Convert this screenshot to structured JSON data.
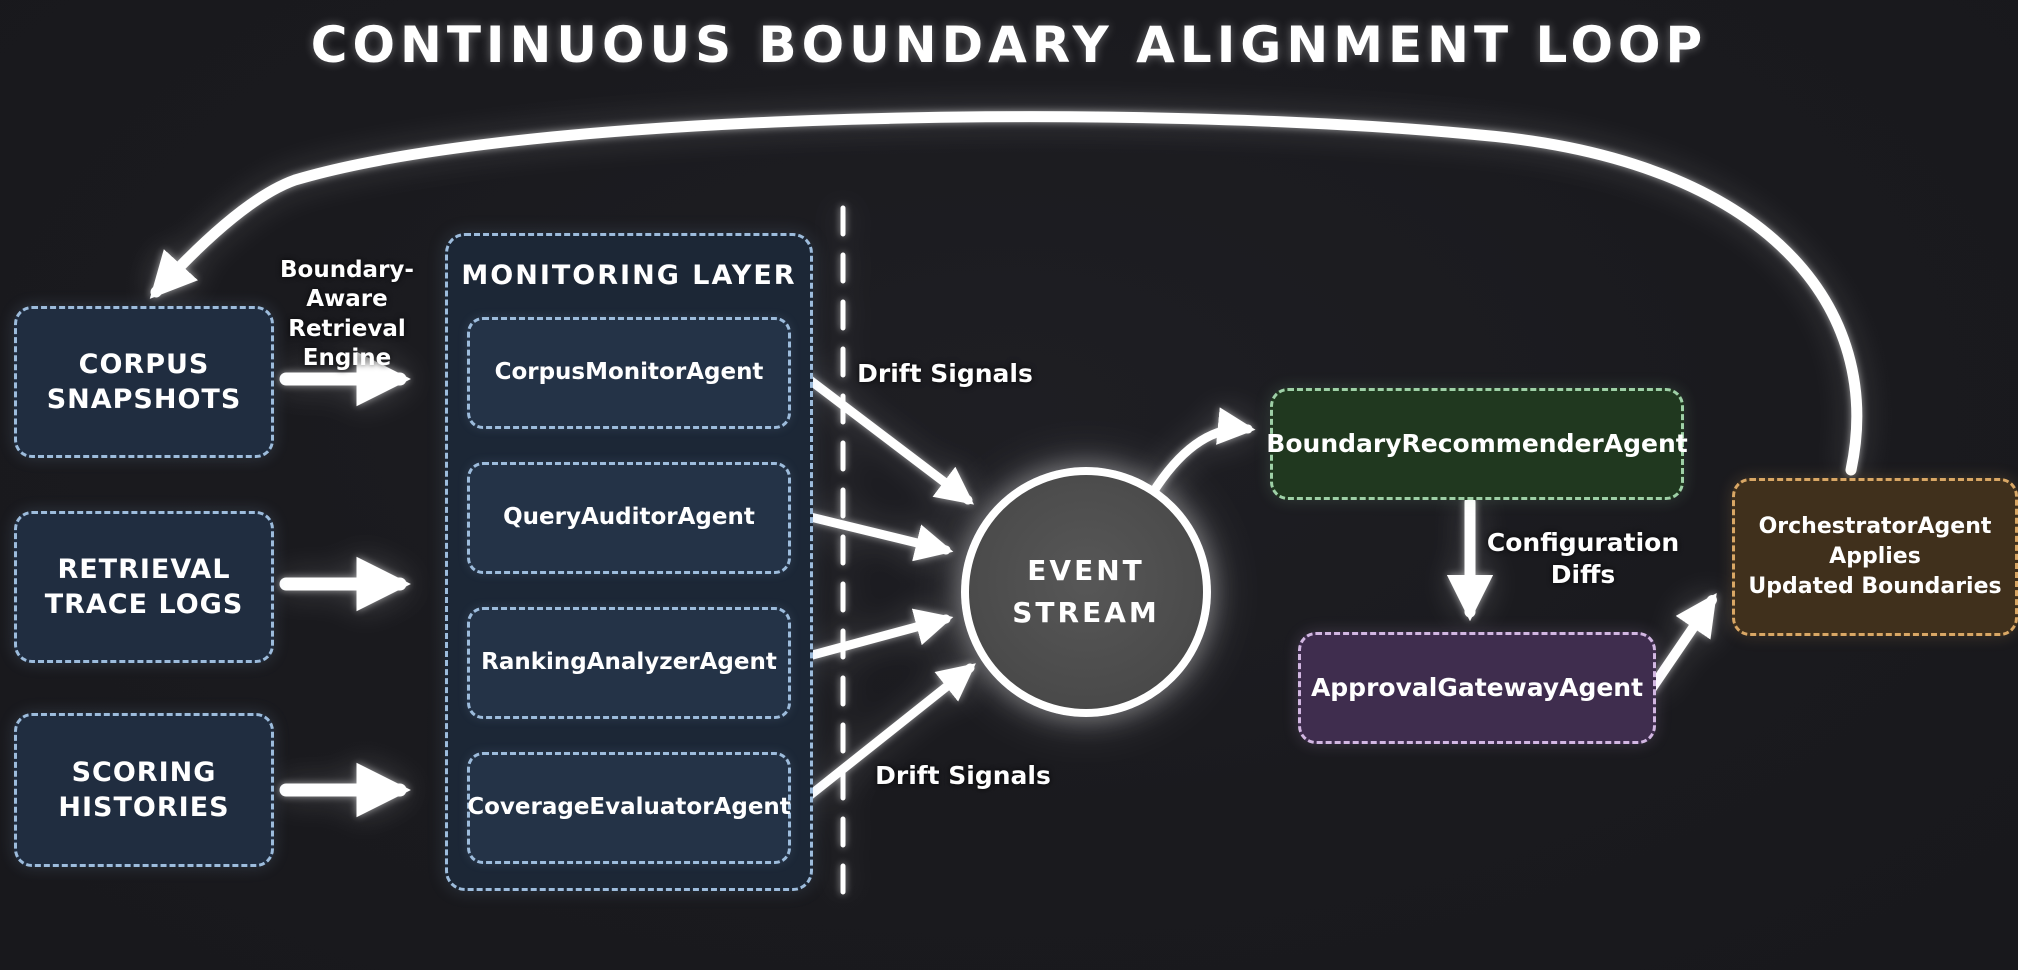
{
  "title": "CONTINUOUS BOUNDARY ALIGNMENT LOOP",
  "sources": [
    {
      "label": "CORPUS\nSNAPSHOTS"
    },
    {
      "label": "RETRIEVAL\nTRACE LOGS"
    },
    {
      "label": "SCORING\nHISTORIES"
    }
  ],
  "engine_label": "Boundary-Aware\nRetrieval\nEngine",
  "monitoring": {
    "title": "MONITORING LAYER",
    "agents": [
      {
        "name": "CorpusMonitorAgent"
      },
      {
        "name": "QueryAuditorAgent"
      },
      {
        "name": "RankingAnalyzerAgent"
      },
      {
        "name": "CoverageEvaluatorAgent"
      }
    ]
  },
  "drift_signals_top": "Drift Signals",
  "drift_signals_bottom": "Drift Signals",
  "event_stream_label": "EVENT\nSTREAM",
  "recommender_label": "BoundaryRecommenderAgent",
  "config_diffs_label": "Configuration\nDiffs",
  "approval_label": "ApprovalGatewayAgent",
  "orchestrator_label": "OrchestratorAgent\nApplies\nUpdated Boundaries",
  "colors": {
    "background": "#1a1a1e",
    "arrow": "#ffffff",
    "blue_border": "#9dbcdc",
    "blue_fill": "#202d40",
    "mon_fill": "#1c2736",
    "agent_fill": "#243347",
    "green_border": "#9ed0a6",
    "green_fill": "#20381f",
    "purple_border": "#d2b7e2",
    "purple_fill": "#3f2d4e",
    "orange_border": "#d9a765",
    "orange_fill": "#40301c",
    "circle_fill": "#4b4b4b"
  }
}
